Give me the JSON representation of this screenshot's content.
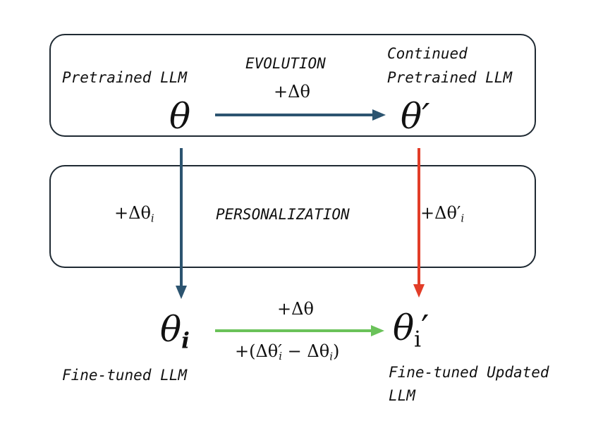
{
  "colors": {
    "evolution_arrow": "#2c5470",
    "theta_down_arrow": "#2c5470",
    "theta_prime_down_arrow": "#e23d28",
    "personalized_arrow": "#6ac259",
    "box_border": "#1f2a33"
  },
  "top_box": {
    "left_label": "Pretrained LLM",
    "left_symbol": "θ",
    "middle_title": "EVOLUTION",
    "middle_delta": "+Δθ",
    "right_label_line1": "Continued",
    "right_label_line2": "Pretrained LLM",
    "right_symbol": "θ′"
  },
  "middle_box": {
    "left_delta_base": "+Δθ",
    "left_delta_sub": "i",
    "title": "PERSONALIZATION",
    "right_delta_base": "+Δθ′",
    "right_delta_sub": "i"
  },
  "bottom": {
    "left_symbol_base": "θ",
    "left_symbol_sub": "i",
    "left_label": "Fine-tuned LLM",
    "arrow_top_label": "+Δθ",
    "arrow_bottom_prefix": "+(Δθ",
    "arrow_bottom_sup": "′",
    "arrow_bottom_sub1": "i",
    "arrow_bottom_mid": " − Δθ",
    "arrow_bottom_sub2": "i",
    "arrow_bottom_suffix": ")",
    "right_symbol_base": "θ",
    "right_symbol_sub": "i",
    "right_symbol_prime": "′",
    "right_label_line1": "Fine-tuned Updated",
    "right_label_line2": "LLM"
  }
}
